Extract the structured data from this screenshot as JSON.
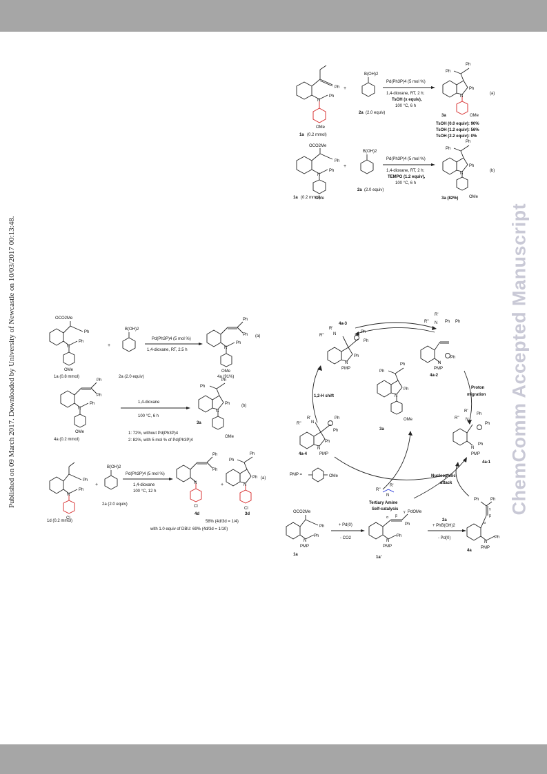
{
  "page": {
    "side_citation": "Published on 09 March 2017. Downloaded by University of Newcastle on 10/03/2017 00:13:48.",
    "watermark": "ChemComm Accepted Manuscript"
  },
  "scheme_top_right": {
    "a": {
      "sm_label": "1a",
      "sm_amount": "(0.2 mmol)",
      "reagent_formula": "B(OH)2",
      "reagent_label": "2a",
      "reagent_amount": "(2.0 equiv)",
      "cond1": "Pd(Ph3P)4 (5 mol %)",
      "cond2": "1,4-dioxane, RT, 2 h;",
      "cond3": "TsOH (x equiv),",
      "cond4": "100 °C, 6 h",
      "product_label": "3a",
      "tag": "(a)",
      "results": [
        "TsOH (0.0 equiv): 90%",
        "TsOH (1.2 equiv): 56%",
        "TsOH (2.2 equiv): 0%"
      ]
    },
    "b": {
      "sm_label": "1a",
      "sm_amount": "(0.2 mmol)",
      "sm_group": "OCO2Me",
      "reagent_formula": "B(OH)2",
      "reagent_label": "2a",
      "reagent_amount": "(2.0 equiv)",
      "cond1": "Pd(Ph3P)4 (5 mol %)",
      "cond2": "1,4-dioxane, RT, 2 h;",
      "cond3": "TEMPO (1.2 equiv),",
      "cond4": "100 °C, 6 h",
      "product": "3a (82%)",
      "tag": "(b)"
    }
  },
  "scheme_left": {
    "a": {
      "sm_group": "OCO2Me",
      "sm": "1a (0.8 mmol)",
      "reagent_formula": "B(OH)2",
      "reagent": "2a (2.0 equiv)",
      "cond1": "Pd(Ph3P)4 (5 mol %)",
      "cond2": "1,4-dioxane, RT, 2.5 h",
      "product": "4a (91%)",
      "tag": "(a)"
    },
    "b": {
      "sm": "4a (0.2 mmol)",
      "cond1": "1,4-dioxane",
      "cond2": "100 °C, 6 h",
      "note1": "1: 72%, without Pd(Ph3P)4",
      "note2": "2: 82%, with 5 mol % of Pd(Ph3P)4",
      "product": "3a",
      "tag": "(b)"
    },
    "c": {
      "sm": "1d (0.2 mmol)",
      "reagent_formula": "B(OH)2",
      "reagent": "2a (2.0 equiv)",
      "cond1": "Pd(Ph3P)4 (5 mol %)",
      "cond2": "1,4-dioxane",
      "cond3": "100 °C, 12 h",
      "p1": "4d",
      "p2": "3d",
      "yield": "58% (4d/3d = 1/4)",
      "dbu": "with 1.0 equiv of DBU: 69% (4d/3d = 1/10)",
      "tag": "(a)"
    }
  },
  "mechanism": {
    "i4a3": "4a-3",
    "i4a2": "4a-2",
    "i4a4": "4a-4",
    "i4a1": "4a-1",
    "p3a": "3a",
    "shift": "1,2-H shift",
    "proton": "Proton",
    "migration": "migration",
    "nucleophilic": "Nucleophilic",
    "attack": "attack",
    "pmp_def": "PMP =",
    "ome": "OMe",
    "catalysis1": "Tertiary Amine",
    "catalysis2": "Self-catalysis",
    "pd0": "+ Pd(0)",
    "co2": "- CO2",
    "r2a": "2a",
    "phb": "+ PhB(OH)2",
    "mpd": "- Pd(0)",
    "s1a": "1a",
    "s1a_prime": "1a'",
    "s4a": "4a",
    "alpha": "α",
    "beta": "β",
    "gamma": "γ",
    "pdome": "PdOMe",
    "ocome": "OCO2Me"
  },
  "colors": {
    "bar": "#a6a6a6",
    "red": "#d42020",
    "blue": "#1a2bd6",
    "watermark": "#c9c9d6"
  }
}
